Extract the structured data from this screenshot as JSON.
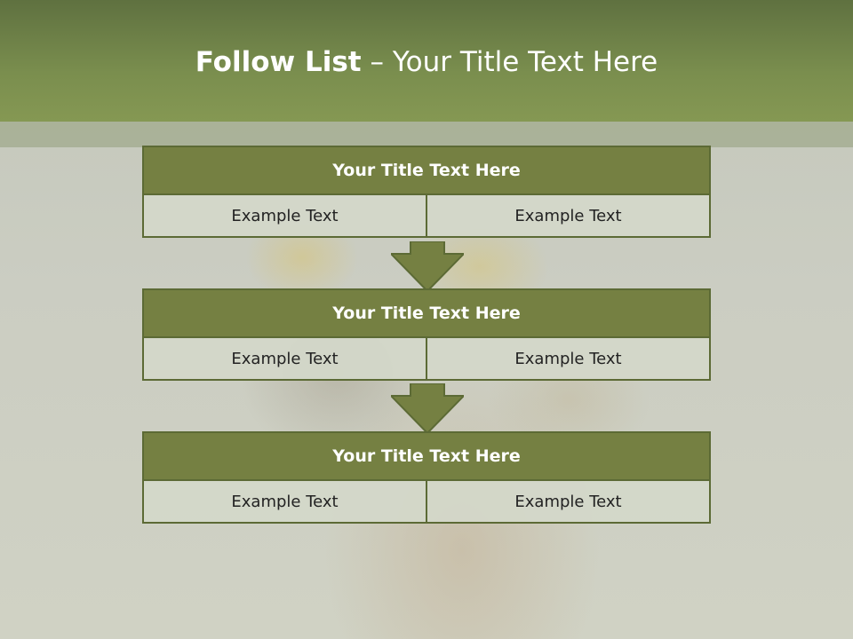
{
  "title": {
    "bold": "Follow List",
    "rest": " – Your Title Text Here"
  },
  "blocks": [
    {
      "title": "Your Title Text Here",
      "cells": [
        "Example Text",
        "Example Text"
      ]
    },
    {
      "title": "Your Title Text Here",
      "cells": [
        "Example Text",
        "Example Text"
      ]
    },
    {
      "title": "Your Title Text Here",
      "cells": [
        "Example Text",
        "Example Text"
      ]
    }
  ],
  "colors": {
    "header": "#7a8e4e",
    "block_title": "#758042",
    "border": "#5c6a35",
    "cell": "#d4d8ca"
  }
}
